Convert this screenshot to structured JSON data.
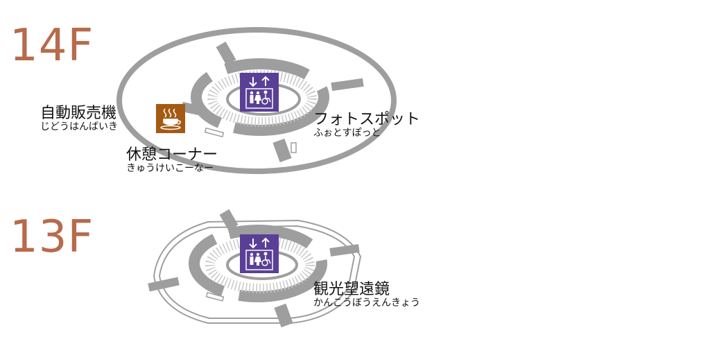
{
  "colors": {
    "floor_label": "#b86a4b",
    "map_gray": "#9e9e9e",
    "elevator_bg": "#5a3f96",
    "cafe_bg": "#a45a14"
  },
  "floors": [
    {
      "label": "14F",
      "icons": [
        "elevator-icon",
        "accessible-icon",
        "restroom-icon",
        "coffee-icon"
      ],
      "points": [
        {
          "name": "自動販売機",
          "kana": "じどうはんばいき"
        },
        {
          "name": "休憩コーナー",
          "kana": "きゅうけいこーなー"
        },
        {
          "name": "フォトスポット",
          "kana": "ふぉとすぽっと"
        }
      ]
    },
    {
      "label": "13F",
      "icons": [
        "elevator-icon",
        "accessible-icon",
        "restroom-icon"
      ],
      "points": [
        {
          "name": "観光望遠鏡",
          "kana": "かんこうぼうえんきょう"
        }
      ]
    }
  ]
}
